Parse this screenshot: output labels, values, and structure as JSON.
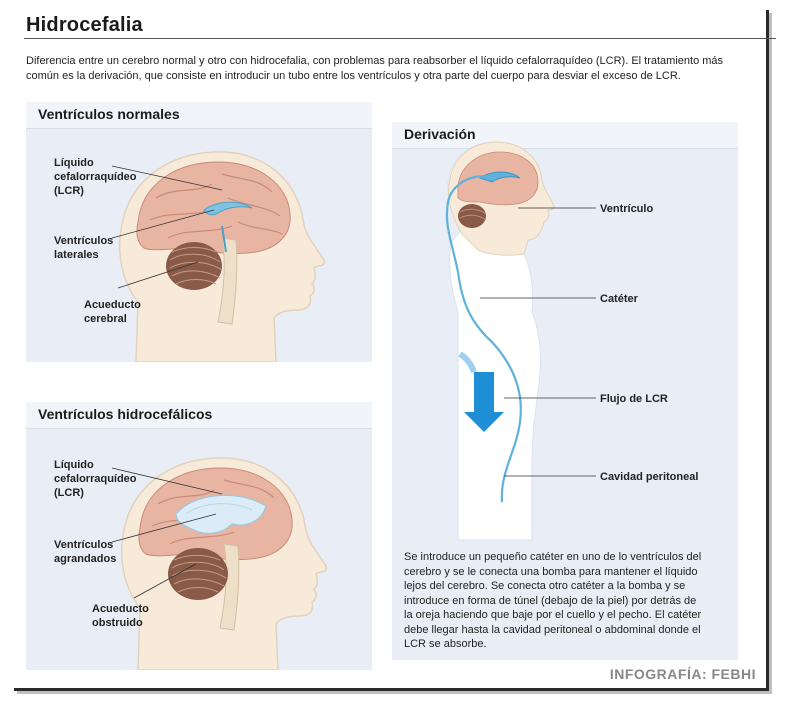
{
  "title": "Hidrocefalia",
  "intro": "Diferencia entre un cerebro normal y otro con hidrocefalia, con problemas para reabsorber el líquido cefalorraquídeo (LCR). El tratamiento más común es la derivación, que consiste en introducir un tubo entre los ventrículos y otra parte del cuerpo para desviar el exceso de LCR.",
  "panels": {
    "normal": {
      "title": "Ventrículos normales",
      "labels": [
        "Líquido\ncefalorraquídeo\n(LCR)",
        "Ventrículos\nlaterales",
        "Acueducto\ncerebral"
      ]
    },
    "hydro": {
      "title": "Ventrículos hidrocefálicos",
      "labels": [
        "Líquido\ncefalorraquídeo\n(LCR)",
        "Ventrículos\nagrandados",
        "Acueducto\nobstruido"
      ]
    },
    "shunt": {
      "title": "Derivación",
      "labels": [
        "Ventrículo",
        "Catéter",
        "Flujo de LCR",
        "Cavidad peritoneal"
      ],
      "description": "Se introduce un pequeño catéter en uno de lo ventrículos del cerebro y se le conecta una bomba para mantener el líquido lejos del cerebro. Se conecta otro catéter a la bomba y se introduce en forma de túnel (debajo de la piel) por detrás de la oreja haciendo que baje por el cuello y el pecho. El catéter debe llegar hasta la cavidad peritoneal o abdominal donde el LCR se absorbe."
    }
  },
  "credit": "INFOGRAFÍA: FEBHI",
  "colors": {
    "panel_bg": "#e9eef6",
    "skin": "#f7ead9",
    "brain": "#e8b5a3",
    "cerebellum": "#8a5a48",
    "csf": "#5fb2db",
    "arrow": "#1e8fd6"
  }
}
